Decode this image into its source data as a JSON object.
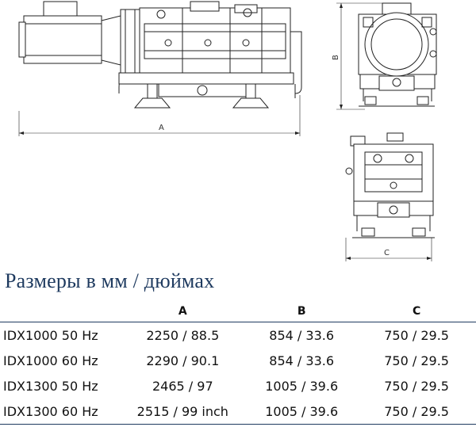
{
  "drawing": {
    "dimension_a": "A",
    "dimension_b": "B",
    "dimension_c": "C"
  },
  "caption": "Размеры в мм / дюймах",
  "table": {
    "headers": [
      "",
      "A",
      "B",
      "C"
    ],
    "rows": [
      {
        "model": "IDX1000 50 Hz",
        "a": "2250 / 88.5",
        "b": "854 / 33.6",
        "c": "750 / 29.5"
      },
      {
        "model": "IDX1000 60 Hz",
        "a": "2290 / 90.1",
        "b": "854 / 33.6",
        "c": "750 / 29.5"
      },
      {
        "model": "IDX1300 50 Hz",
        "a": "2465 / 97",
        "b": "1005 / 39.6",
        "c": "750 / 29.5"
      },
      {
        "model": "IDX1300 60 Hz",
        "a": "2515 / 99 inch",
        "b": "1005 / 39.6",
        "c": "750 / 29.5"
      }
    ]
  },
  "colors": {
    "caption": "#1e3a5f",
    "rule": "#1e3a5f",
    "line_art": "#222222"
  }
}
